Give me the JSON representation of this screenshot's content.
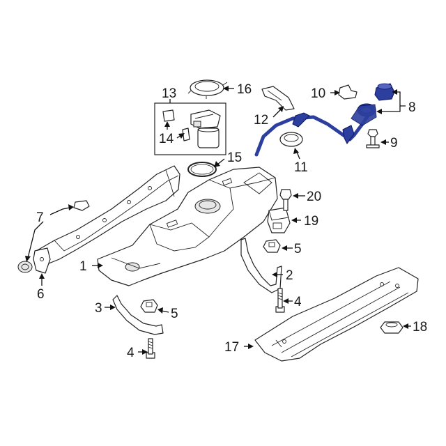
{
  "callouts": [
    {
      "id": "c1",
      "text": "1"
    },
    {
      "id": "c2",
      "text": "2"
    },
    {
      "id": "c3",
      "text": "3"
    },
    {
      "id": "c4a",
      "text": "4"
    },
    {
      "id": "c4b",
      "text": "4"
    },
    {
      "id": "c5a",
      "text": "5"
    },
    {
      "id": "c5b",
      "text": "5"
    },
    {
      "id": "c6",
      "text": "6"
    },
    {
      "id": "c7",
      "text": "7"
    },
    {
      "id": "c8",
      "text": "8"
    },
    {
      "id": "c9",
      "text": "9"
    },
    {
      "id": "c10",
      "text": "10"
    },
    {
      "id": "c11",
      "text": "11"
    },
    {
      "id": "c12",
      "text": "12"
    },
    {
      "id": "c13",
      "text": "13"
    },
    {
      "id": "c14",
      "text": "14"
    },
    {
      "id": "c15",
      "text": "15"
    },
    {
      "id": "c16",
      "text": "16"
    },
    {
      "id": "c17",
      "text": "17"
    },
    {
      "id": "c18",
      "text": "18"
    },
    {
      "id": "c19",
      "text": "19"
    },
    {
      "id": "c20",
      "text": "20"
    }
  ],
  "colors": {
    "highlight": "#2d3f9e",
    "line": "#222222",
    "background": "#ffffff"
  }
}
